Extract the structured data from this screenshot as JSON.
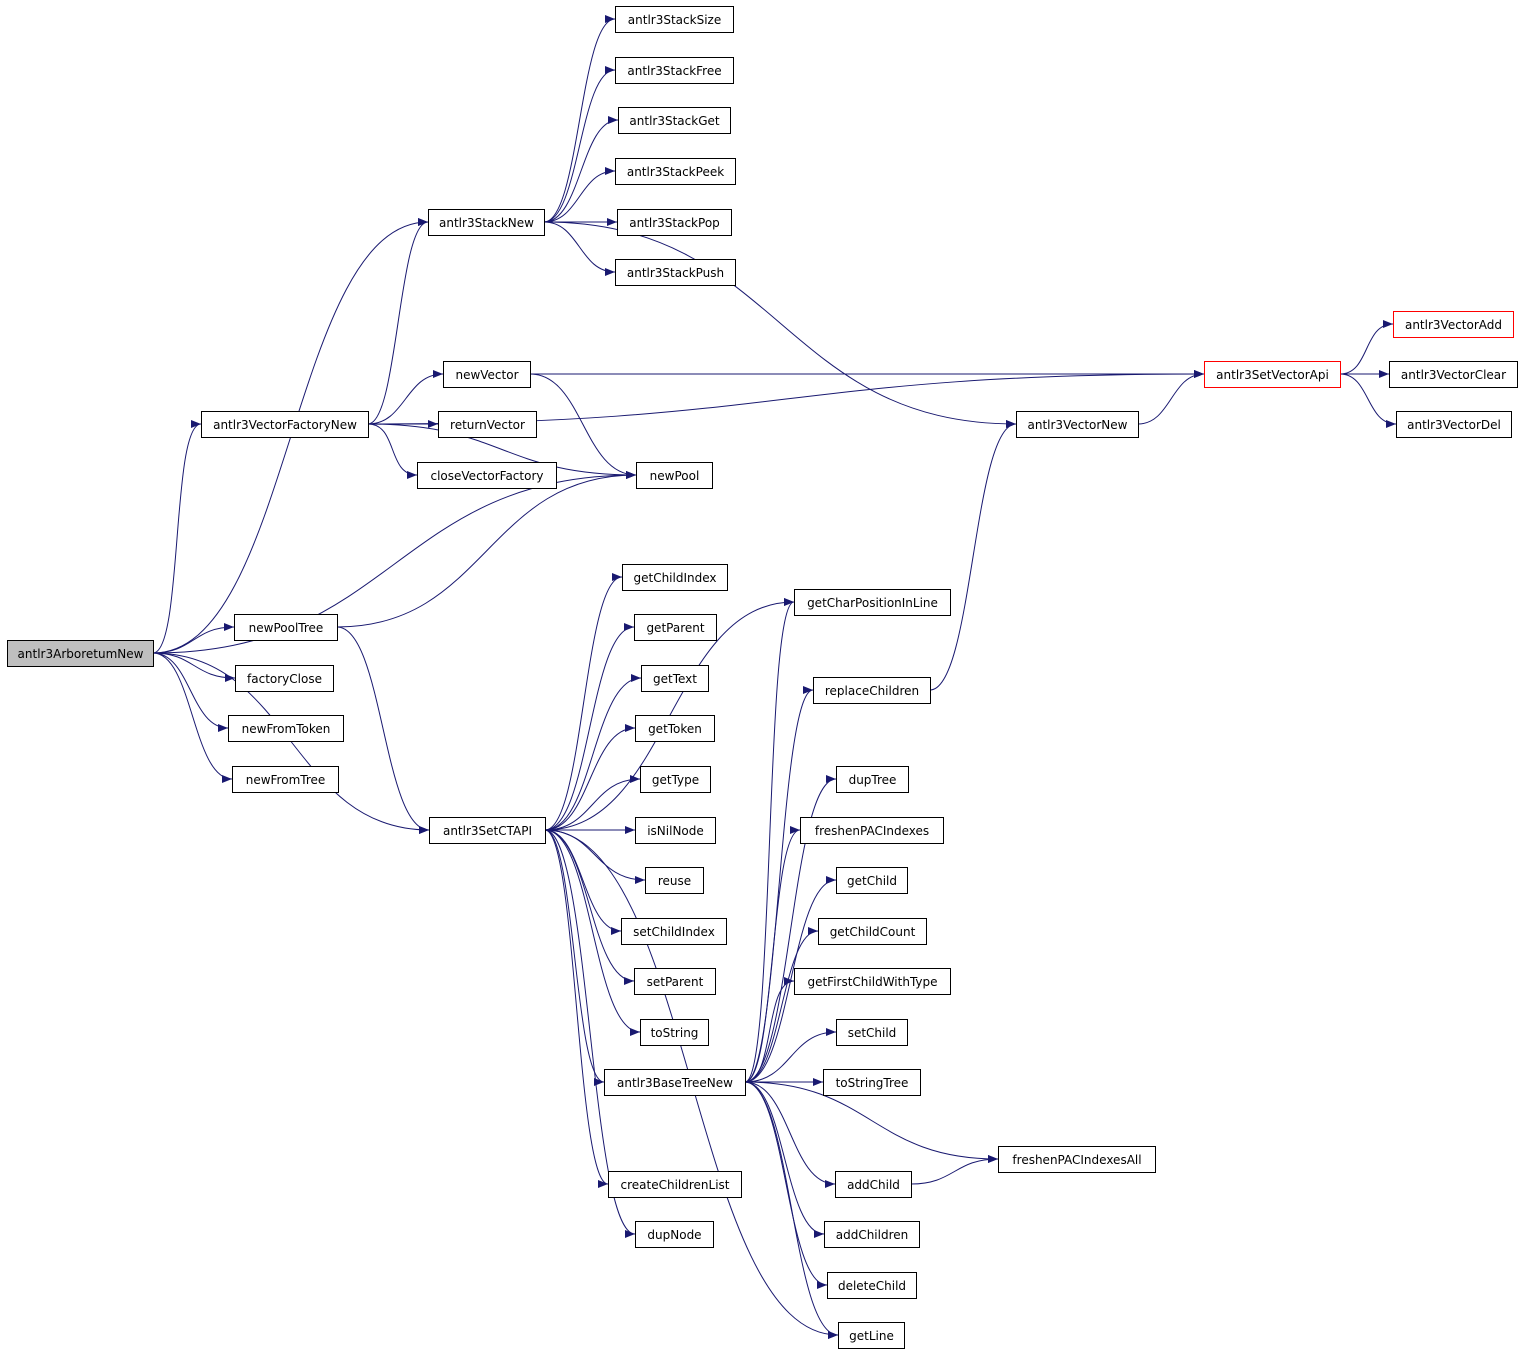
{
  "colors": {
    "edge": "#191970",
    "node_border": "#000000",
    "node_border_incomplete": "#ff0000",
    "root_fill": "#bfbfbf",
    "node_fill": "#ffffff"
  },
  "nodes": [
    {
      "id": "arboretum",
      "label": "antlr3ArboretumNew",
      "style": "root"
    },
    {
      "id": "stacknew",
      "label": "antlr3StackNew"
    },
    {
      "id": "stacksize",
      "label": "antlr3StackSize"
    },
    {
      "id": "stackfree",
      "label": "antlr3StackFree"
    },
    {
      "id": "stackget",
      "label": "antlr3StackGet"
    },
    {
      "id": "stackpeek",
      "label": "antlr3StackPeek"
    },
    {
      "id": "stackpop",
      "label": "antlr3StackPop"
    },
    {
      "id": "stackpush",
      "label": "antlr3StackPush"
    },
    {
      "id": "vecfactory",
      "label": "antlr3VectorFactoryNew"
    },
    {
      "id": "newvector",
      "label": "newVector"
    },
    {
      "id": "returnvector",
      "label": "returnVector"
    },
    {
      "id": "closevf",
      "label": "closeVectorFactory"
    },
    {
      "id": "newpool",
      "label": "newPool"
    },
    {
      "id": "setvecapi",
      "label": "antlr3SetVectorApi",
      "style": "red"
    },
    {
      "id": "vecadd",
      "label": "antlr3VectorAdd",
      "style": "red"
    },
    {
      "id": "vecclear",
      "label": "antlr3VectorClear"
    },
    {
      "id": "vecdel",
      "label": "antlr3VectorDel"
    },
    {
      "id": "vecnew",
      "label": "antlr3VectorNew"
    },
    {
      "id": "newpooltree",
      "label": "newPoolTree"
    },
    {
      "id": "factoryclose",
      "label": "factoryClose"
    },
    {
      "id": "newfromtoken",
      "label": "newFromToken"
    },
    {
      "id": "newfromtree",
      "label": "newFromTree"
    },
    {
      "id": "setctapi",
      "label": "antlr3SetCTAPI"
    },
    {
      "id": "getchildindex",
      "label": "getChildIndex"
    },
    {
      "id": "getparent",
      "label": "getParent"
    },
    {
      "id": "gettext",
      "label": "getText"
    },
    {
      "id": "gettoken",
      "label": "getToken"
    },
    {
      "id": "gettype",
      "label": "getType"
    },
    {
      "id": "isnilnode",
      "label": "isNilNode"
    },
    {
      "id": "reuse",
      "label": "reuse"
    },
    {
      "id": "setchildindex",
      "label": "setChildIndex"
    },
    {
      "id": "setparent",
      "label": "setParent"
    },
    {
      "id": "tostring",
      "label": "toString"
    },
    {
      "id": "basetreenew",
      "label": "antlr3BaseTreeNew"
    },
    {
      "id": "createchildren",
      "label": "createChildrenList"
    },
    {
      "id": "dupnode",
      "label": "dupNode"
    },
    {
      "id": "getcharpos",
      "label": "getCharPositionInLine"
    },
    {
      "id": "replacechildren",
      "label": "replaceChildren"
    },
    {
      "id": "duptree",
      "label": "dupTree"
    },
    {
      "id": "freshenpac",
      "label": "freshenPACIndexes"
    },
    {
      "id": "getchild",
      "label": "getChild"
    },
    {
      "id": "getchildcount",
      "label": "getChildCount"
    },
    {
      "id": "getfirstchild",
      "label": "getFirstChildWithType"
    },
    {
      "id": "setchild",
      "label": "setChild"
    },
    {
      "id": "tostringtree",
      "label": "toStringTree"
    },
    {
      "id": "freshenpacall",
      "label": "freshenPACIndexesAll"
    },
    {
      "id": "addchild",
      "label": "addChild"
    },
    {
      "id": "addchildren",
      "label": "addChildren"
    },
    {
      "id": "deletechild",
      "label": "deleteChild"
    },
    {
      "id": "getline",
      "label": "getLine"
    }
  ],
  "edges": [
    {
      "from": "arboretum",
      "to": "stacknew"
    },
    {
      "from": "arboretum",
      "to": "vecfactory"
    },
    {
      "from": "arboretum",
      "to": "newpool"
    },
    {
      "from": "arboretum",
      "to": "newpooltree"
    },
    {
      "from": "arboretum",
      "to": "factoryclose"
    },
    {
      "from": "arboretum",
      "to": "newfromtoken"
    },
    {
      "from": "arboretum",
      "to": "newfromtree"
    },
    {
      "from": "arboretum",
      "to": "setctapi"
    },
    {
      "from": "stacknew",
      "to": "stacksize"
    },
    {
      "from": "stacknew",
      "to": "stackfree"
    },
    {
      "from": "stacknew",
      "to": "stackget"
    },
    {
      "from": "stacknew",
      "to": "stackpeek"
    },
    {
      "from": "stacknew",
      "to": "stackpop"
    },
    {
      "from": "stacknew",
      "to": "stackpush"
    },
    {
      "from": "stacknew",
      "to": "vecnew"
    },
    {
      "from": "vecfactory",
      "to": "stacknew"
    },
    {
      "from": "vecfactory",
      "to": "setvecapi"
    },
    {
      "from": "vecfactory",
      "to": "newvector"
    },
    {
      "from": "vecfactory",
      "to": "returnvector"
    },
    {
      "from": "vecfactory",
      "to": "closevf"
    },
    {
      "from": "vecfactory",
      "to": "newpool"
    },
    {
      "from": "newvector",
      "to": "setvecapi"
    },
    {
      "from": "newvector",
      "to": "newpool"
    },
    {
      "from": "vecnew",
      "to": "setvecapi"
    },
    {
      "from": "setvecapi",
      "to": "vecadd"
    },
    {
      "from": "setvecapi",
      "to": "vecclear"
    },
    {
      "from": "setvecapi",
      "to": "vecdel"
    },
    {
      "from": "newpooltree",
      "to": "newpool"
    },
    {
      "from": "newpooltree",
      "to": "setctapi"
    },
    {
      "from": "setctapi",
      "to": "getcharpos"
    },
    {
      "from": "setctapi",
      "to": "getchildindex"
    },
    {
      "from": "setctapi",
      "to": "getparent"
    },
    {
      "from": "setctapi",
      "to": "gettext"
    },
    {
      "from": "setctapi",
      "to": "gettoken"
    },
    {
      "from": "setctapi",
      "to": "gettype"
    },
    {
      "from": "setctapi",
      "to": "isnilnode"
    },
    {
      "from": "setctapi",
      "to": "reuse"
    },
    {
      "from": "setctapi",
      "to": "setchildindex"
    },
    {
      "from": "setctapi",
      "to": "setparent"
    },
    {
      "from": "setctapi",
      "to": "tostring"
    },
    {
      "from": "setctapi",
      "to": "basetreenew"
    },
    {
      "from": "setctapi",
      "to": "createchildren"
    },
    {
      "from": "setctapi",
      "to": "dupnode"
    },
    {
      "from": "setctapi",
      "to": "getline"
    },
    {
      "from": "replacechildren",
      "to": "vecnew"
    },
    {
      "from": "basetreenew",
      "to": "getcharpos"
    },
    {
      "from": "basetreenew",
      "to": "replacechildren"
    },
    {
      "from": "basetreenew",
      "to": "duptree"
    },
    {
      "from": "basetreenew",
      "to": "freshenpac"
    },
    {
      "from": "basetreenew",
      "to": "getchild"
    },
    {
      "from": "basetreenew",
      "to": "getchildcount"
    },
    {
      "from": "basetreenew",
      "to": "getfirstchild"
    },
    {
      "from": "basetreenew",
      "to": "setchild"
    },
    {
      "from": "basetreenew",
      "to": "tostringtree"
    },
    {
      "from": "basetreenew",
      "to": "freshenpacall"
    },
    {
      "from": "basetreenew",
      "to": "addchild"
    },
    {
      "from": "basetreenew",
      "to": "addchildren"
    },
    {
      "from": "basetreenew",
      "to": "deletechild"
    },
    {
      "from": "basetreenew",
      "to": "getline"
    },
    {
      "from": "addchild",
      "to": "freshenpacall"
    }
  ]
}
